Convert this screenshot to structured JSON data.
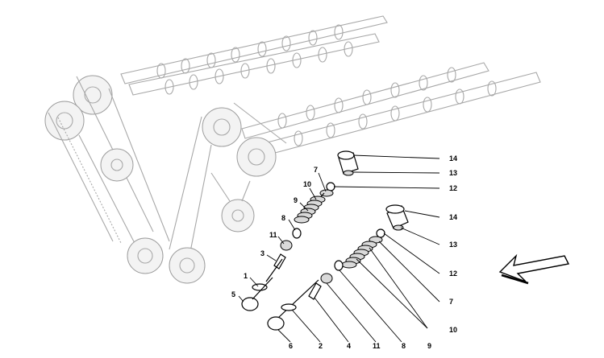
{
  "callouts": {
    "c14a": "14",
    "c13a": "13",
    "c12a": "12",
    "c7a": "7",
    "c10a": "10",
    "c9a": "9",
    "c8a": "8",
    "c11a": "11",
    "c3": "3",
    "c1": "1",
    "c5": "5",
    "c14b": "14",
    "c13b": "13",
    "c12b": "12",
    "c7b": "7",
    "c9b": "9",
    "c10b": "10",
    "c8b": "8",
    "c11b": "11",
    "c4": "4",
    "c2": "2",
    "c6": "6"
  },
  "colors": {
    "ink": "#000000",
    "ghost": "#a8a8a8",
    "background": "#ffffff"
  }
}
